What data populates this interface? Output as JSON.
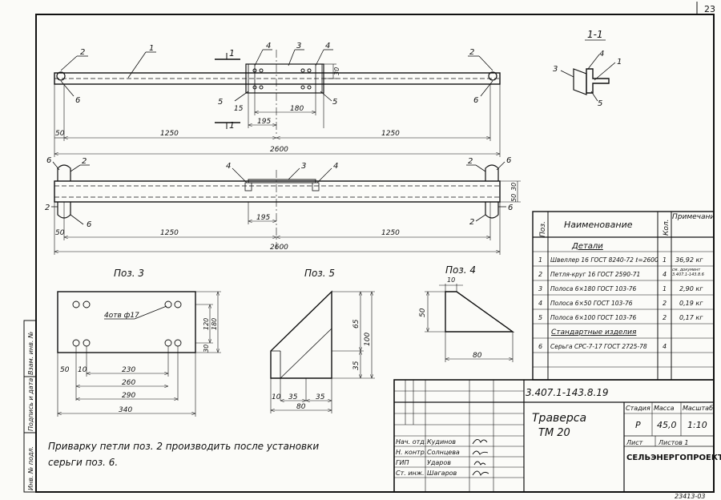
{
  "sheet": {
    "number": "23",
    "corner_code": "23413-03"
  },
  "side_stamp": {
    "col1": "Инв. № подл.",
    "col2": "Подпись и дата",
    "col3": "Взам. инв. №"
  },
  "plan": {
    "section_label": "1",
    "pos_labels": [
      "1",
      "2",
      "3",
      "4",
      "5",
      "6"
    ],
    "dims": {
      "d50": "50",
      "d30": "30",
      "d15": "15",
      "d180": "180",
      "d195": "195",
      "d1250": "1250",
      "d2600": "2600"
    }
  },
  "section": {
    "title": "1-1",
    "labels": [
      "1",
      "3",
      "4",
      "5"
    ]
  },
  "pos3": {
    "title": "Поз. 3",
    "hole_note": "4отв ф17",
    "dims": [
      "120",
      "180",
      "30",
      "50",
      "10",
      "230",
      "260",
      "290",
      "340"
    ]
  },
  "pos5": {
    "title": "Поз. 5",
    "dims": [
      "65",
      "100",
      "35",
      "10",
      "35",
      "35",
      "80"
    ]
  },
  "pos4": {
    "title": "Поз. 4",
    "dims": [
      "10",
      "50",
      "80"
    ]
  },
  "spec": {
    "headers": {
      "pos": "Поз.",
      "name": "Наименование",
      "qty": "Кол.",
      "note": "Примечание"
    },
    "group_details": "Детали",
    "group_standard": "Стандартные изделия",
    "rows": [
      {
        "pos": "1",
        "name": "Швеллер 16 ГОСТ 8240-72 ℓ=2600",
        "qty": "1",
        "note": "36,92 кг"
      },
      {
        "pos": "2",
        "name": "Петля-круг 16 ГОСТ 2590-71",
        "qty": "4",
        "note": "см. документ 3.407.1-143.8.6"
      },
      {
        "pos": "3",
        "name": "Полоса 6×180 ГОСТ 103-76",
        "qty": "1",
        "note": "2,90 кг"
      },
      {
        "pos": "4",
        "name": "Полоса 6×50 ГОСТ 103-76",
        "qty": "2",
        "note": "0,19 кг"
      },
      {
        "pos": "5",
        "name": "Полоса 6×100 ГОСТ 103-76",
        "qty": "2",
        "note": "0,17 кг"
      },
      {
        "pos": "6",
        "name": "Серьга СРС-7-17 ГОСТ 2725-78",
        "qty": "4",
        "note": ""
      }
    ]
  },
  "note": {
    "line1": "Приварку петли поз. 2 производить после установки",
    "line2": "серьги поз. 6."
  },
  "title_block": {
    "doc_code": "3.407.1-143.8.19",
    "name_line1": "Траверса",
    "name_line2": "ТМ 20",
    "stage_h": "Стадия",
    "mass_h": "Масса",
    "scale_h": "Масштаб",
    "stage": "Р",
    "mass": "45,0",
    "scale": "1:10",
    "sheet_h": "Лист",
    "sheets_h": "Листов 1",
    "org": "СЕЛЬЭНЕРГОПРОЕКТ",
    "roles": [
      {
        "role": "Нач. отд.",
        "name": "Кудинов"
      },
      {
        "role": "Н. контр.",
        "name": "Солнцева"
      },
      {
        "role": "ГИП",
        "name": "Ударов"
      },
      {
        "role": "Ст. инж.",
        "name": "Шагаров"
      }
    ]
  }
}
